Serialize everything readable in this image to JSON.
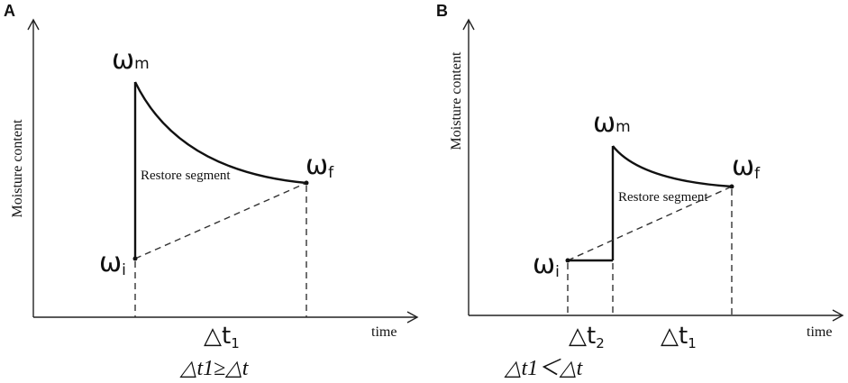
{
  "panel_a": {
    "letter": "A",
    "ylabel": "Moisture content",
    "xlabel": "time",
    "omega_symbol": "ω",
    "omega_m_sub": "m",
    "omega_f_sub": "f",
    "omega_i_sub": "i",
    "segment_label": "Restore segment",
    "delta_symbol": "△t",
    "delta1_sub": "1",
    "caption": "△t1≥△t"
  },
  "panel_b": {
    "letter": "B",
    "ylabel": "Moisture content",
    "xlabel": "time",
    "omega_symbol": "ω",
    "omega_m_sub": "m",
    "omega_f_sub": "f",
    "omega_i_sub": "i",
    "segment_label": "Restore segment",
    "delta_symbol": "△t",
    "delta2_sub": "2",
    "delta1_sub": "1",
    "caption": "△t1＜△t"
  }
}
